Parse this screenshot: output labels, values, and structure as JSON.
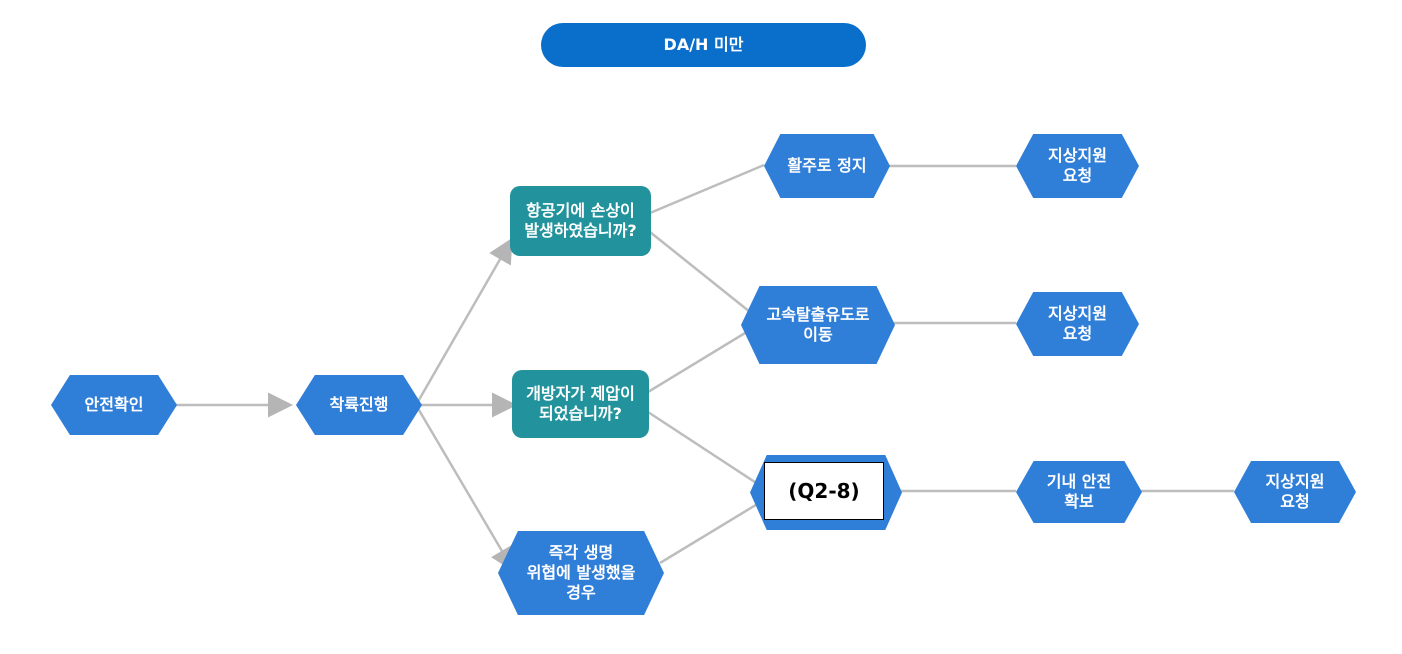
{
  "header": {
    "title": "DA/H 미만"
  },
  "nodes": {
    "safety_check": "안전확인",
    "landing": "착륙진행",
    "damage_question": "항공기에 손상이\n발생하였습니까?",
    "suppression_question": "개방자가 제압이\n되었습니까?",
    "life_threat": "즉각 생명\n위협에 발생했을\n경우",
    "stop_runway": "활주로 정지",
    "exit_taxiway": "고속탈출유도로\n이동",
    "q2_8": "(Q2-8)",
    "secure_cabin": "기내 안전\n확보",
    "ground_support_1": "지상지원\n요청",
    "ground_support_2": "지상지원\n요청",
    "ground_support_3": "지상지원\n요청"
  },
  "colors": {
    "hex": "#2f7ed8",
    "question": "#22939c",
    "header": "#0a6fca",
    "connector": "#bfbfbf"
  }
}
